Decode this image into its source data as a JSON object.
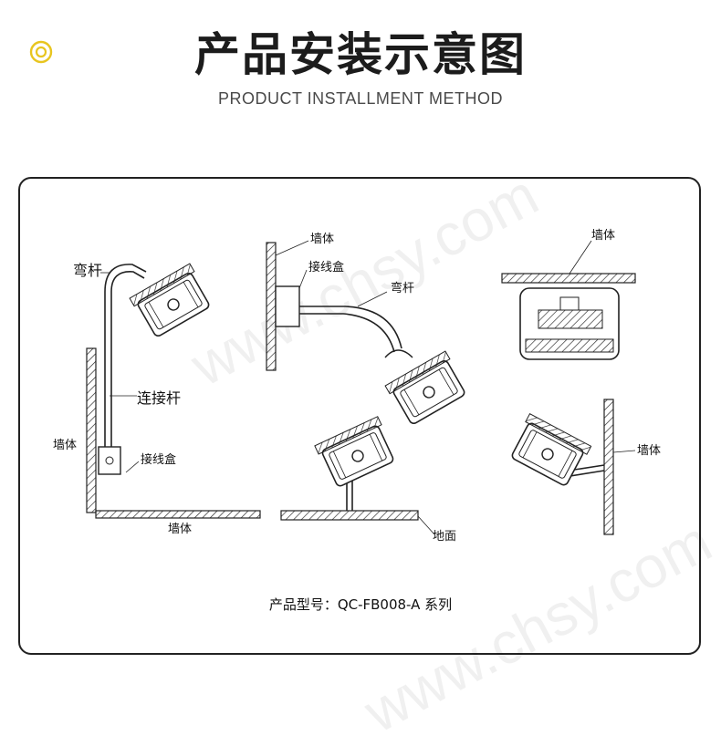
{
  "header": {
    "title": "产品安装示意图",
    "subtitle": "PRODUCT INSTALLMENT METHOD"
  },
  "watermark": "www.chsy.com",
  "labels": {
    "d1_arm": "弯杆",
    "d1_rod": "连接杆",
    "d1_wall": "墙体",
    "d1_box": "接线盒",
    "d1_floor": "墙体",
    "d2_wall": "墙体",
    "d2_box": "接线盒",
    "d2_arm": "弯杆",
    "d3_wall": "墙体",
    "d4_ground": "地面",
    "d5_wall": "墙体"
  },
  "footer": {
    "model": "产品型号：QC-FB008-A 系列"
  },
  "colors": {
    "accent": "#e8c51f",
    "line": "#1a1a1a"
  }
}
